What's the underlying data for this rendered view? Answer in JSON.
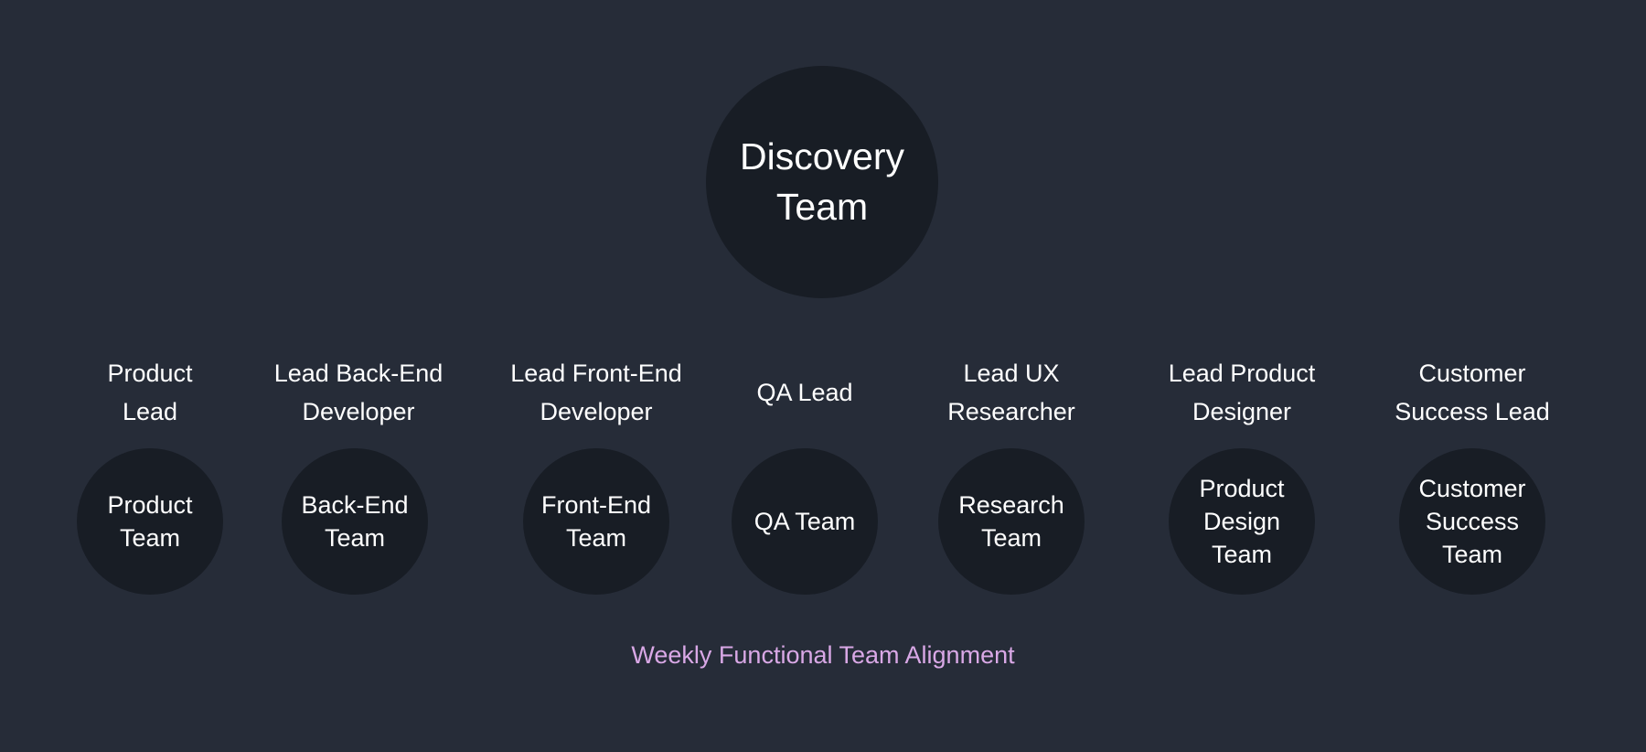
{
  "root": {
    "label": "Discovery Team"
  },
  "groups": [
    {
      "role": "Product Lead",
      "team": "Product Team"
    },
    {
      "role": "Lead Back-End Developer",
      "team": "Back-End Team"
    },
    {
      "role": "Lead Front-End Developer",
      "team": "Front-End Team"
    },
    {
      "role": "QA Lead",
      "team": "QA Team"
    },
    {
      "role": "Lead UX Researcher",
      "team": "Research Team"
    },
    {
      "role": "Lead Product Designer",
      "team": "Product Design Team"
    },
    {
      "role": "Customer Success Lead",
      "team": "Customer Success Team"
    }
  ],
  "footer": {
    "label": "Weekly Functional Team Alignment"
  },
  "colors": {
    "background": "#262c38",
    "circle": "#181d25",
    "text": "#ffffff",
    "accent": "#d9a8e6"
  }
}
